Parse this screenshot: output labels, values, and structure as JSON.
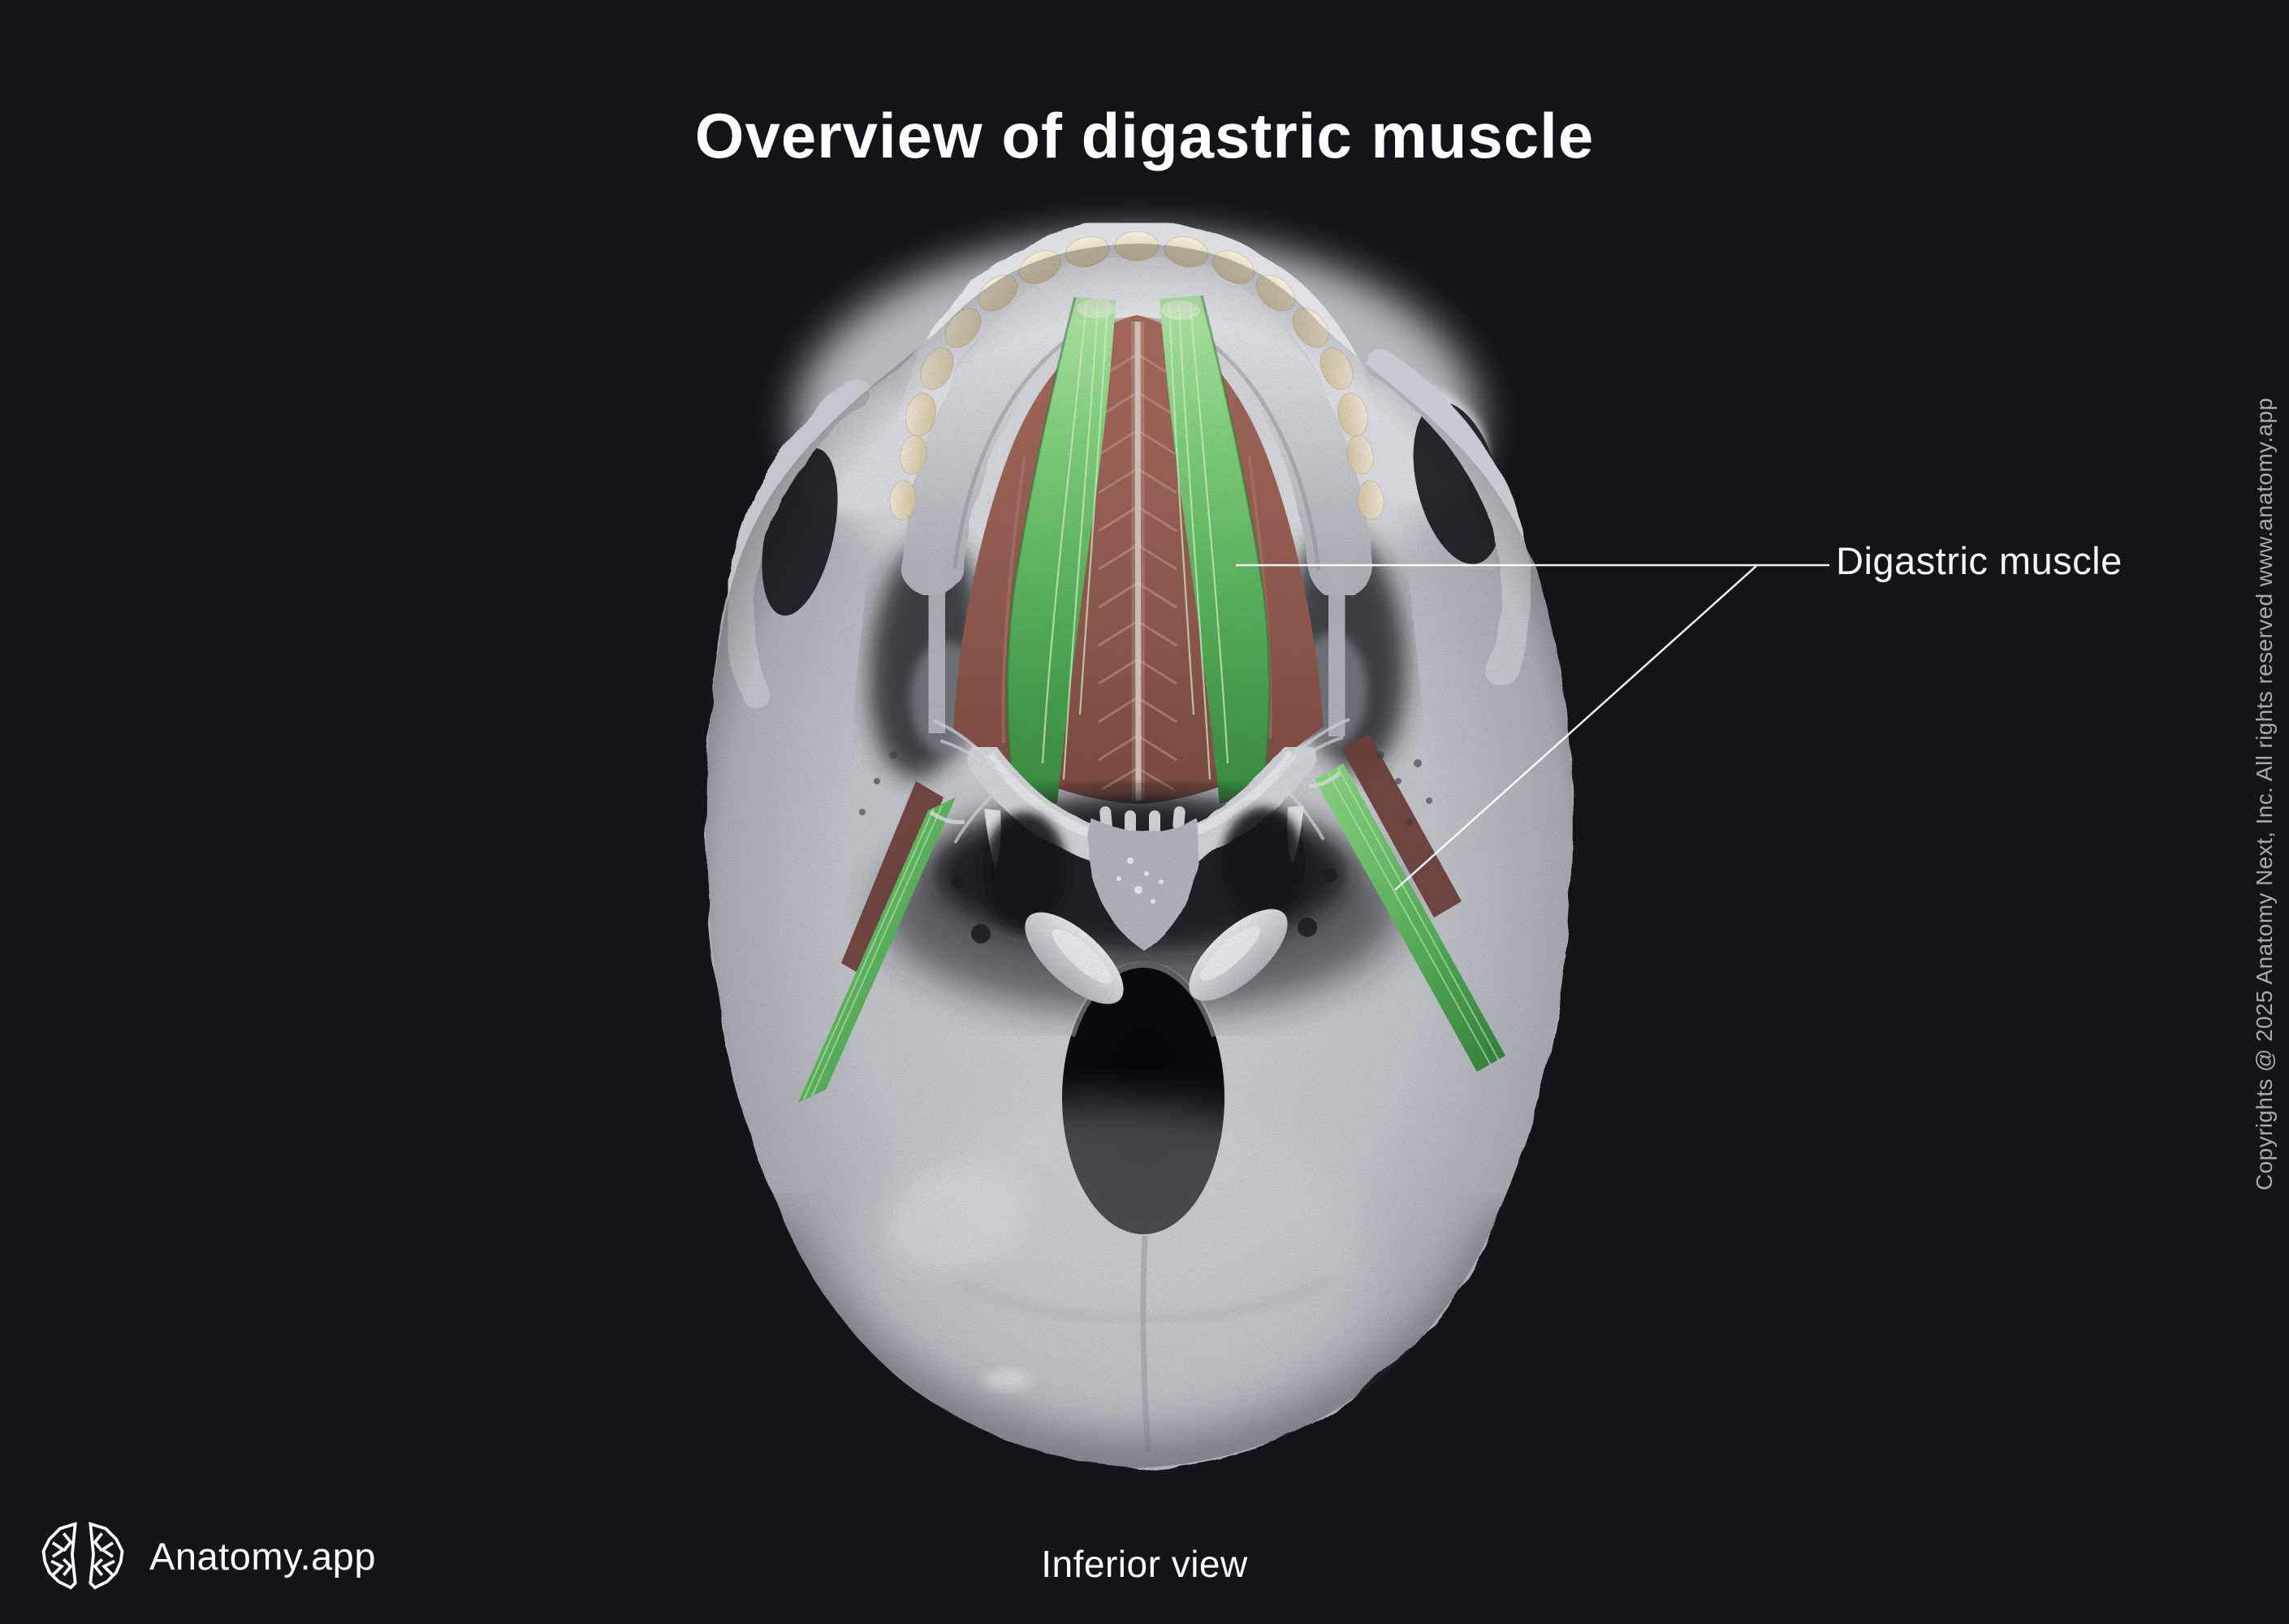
{
  "title": "Overview of digastric muscle",
  "annotation": {
    "label": "Digastric muscle"
  },
  "caption": "Inferior view",
  "brand": {
    "name": "Anatomy.app",
    "logo_icon": "brain-logo"
  },
  "copyright": "Copyrights @ 2025 Anatomy Next, Inc. All rights reserved www.anatomy.app",
  "figure": {
    "subject": "Human skull, inferior view, with digastric muscle highlighted in green",
    "background_color": "#111419",
    "highlight_green": "#5fbe63",
    "muscle_red": "#96594e",
    "bone_gray": "#c6c9cf",
    "teeth_cream": "#e9dfc6",
    "leader_line_color": "#ffffff",
    "label_text_color": "#f4f5f7",
    "copyright_text_color": "#a7a9ad"
  }
}
